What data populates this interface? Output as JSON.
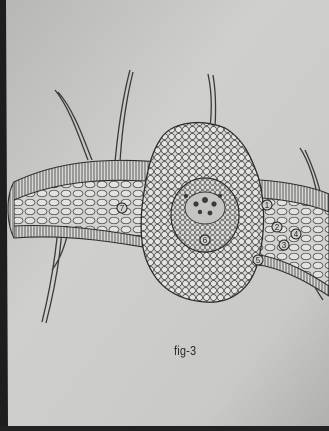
{
  "figure": {
    "caption": "fig-3",
    "labels": [
      "1",
      "2",
      "3",
      "4",
      "5",
      "6",
      "7"
    ]
  },
  "colors": {
    "paper": "#ccccc9",
    "paper_shadow": "#a9a9a6",
    "ink": "#2e2e2e",
    "dark_frame": "#1e1e1e"
  }
}
